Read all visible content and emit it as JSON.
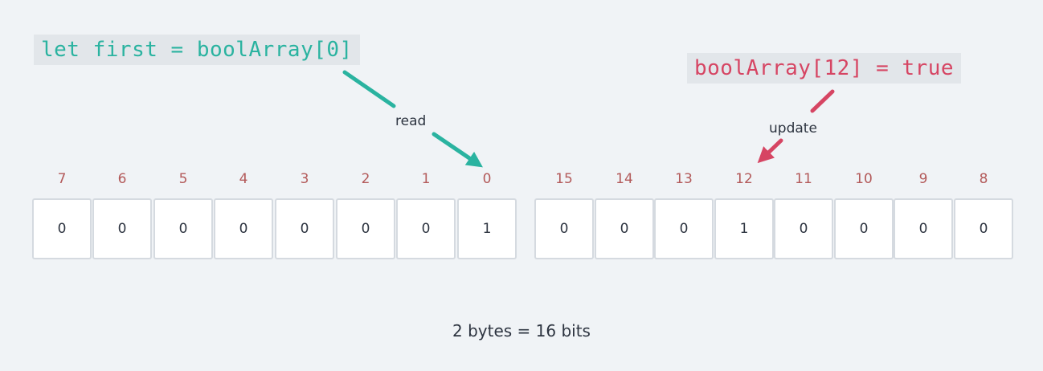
{
  "code_read": "let first = boolArray[0]",
  "code_update": "boolArray[12] = true",
  "label_read": "read",
  "label_update": "update",
  "caption": "2 bytes = 16 bits",
  "byte0": {
    "indices": [
      "7",
      "6",
      "5",
      "4",
      "3",
      "2",
      "1",
      "0"
    ],
    "bits": [
      "0",
      "0",
      "0",
      "0",
      "0",
      "0",
      "0",
      "1"
    ]
  },
  "byte1": {
    "indices": [
      "15",
      "14",
      "13",
      "12",
      "11",
      "10",
      "9",
      "8"
    ],
    "bits": [
      "0",
      "0",
      "0",
      "1",
      "0",
      "0",
      "0",
      "0"
    ]
  },
  "colors": {
    "read": "#2ab3a0",
    "update": "#d64563",
    "index": "#b35a5a"
  }
}
